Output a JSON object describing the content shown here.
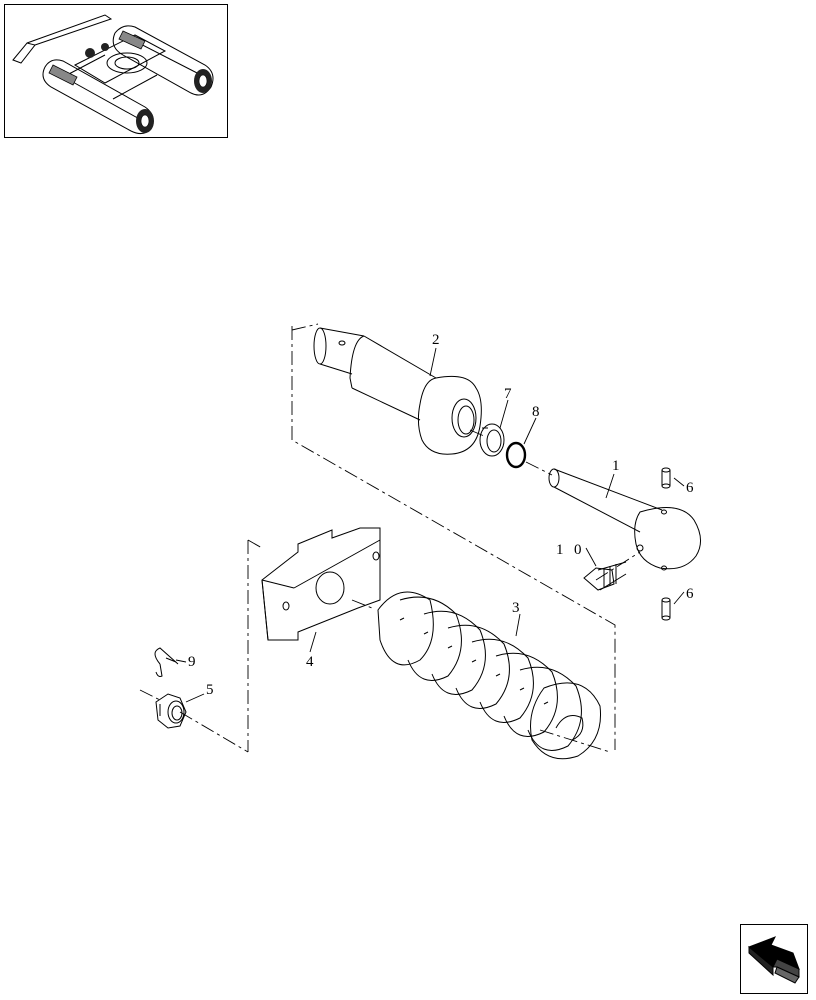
{
  "callouts": {
    "c1": "1",
    "c2": "2",
    "c3": "3",
    "c4": "4",
    "c5": "5",
    "c6a": "6",
    "c6b": "6",
    "c7": "7",
    "c8": "8",
    "c9": "9",
    "c10a": "1",
    "c10b": "0"
  },
  "icons": {
    "thumbnail": "excavator-undercarriage-thumbnail",
    "nav": "return-arrow-icon"
  },
  "colors": {
    "line": "#000000",
    "background": "#ffffff"
  }
}
